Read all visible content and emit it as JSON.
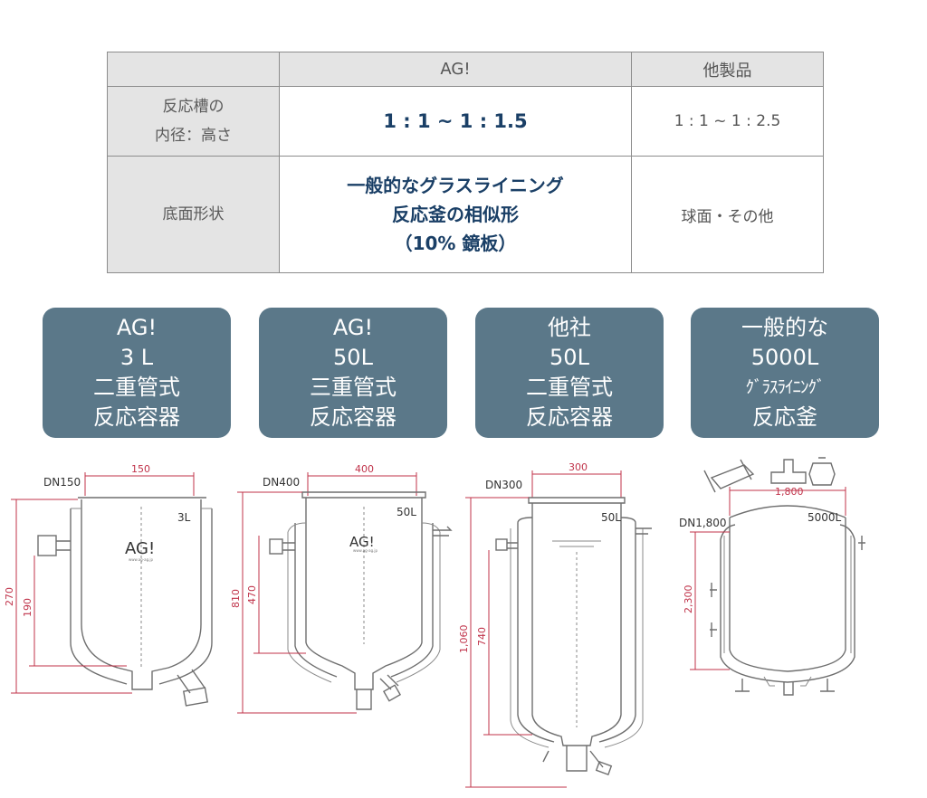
{
  "table": {
    "header": {
      "blank": "",
      "ag": "AG!",
      "other": "他製品"
    },
    "row1": {
      "label_lines": [
        "反応槽の",
        "内径：高さ"
      ],
      "ag": "1 : 1 ~ 1 : 1.5",
      "other": "1 : 1 ~ 1 : 2.5"
    },
    "row2": {
      "label": "底面形状",
      "ag_lines": [
        "一般的なグラスライニング",
        "反応釜の相似形",
        "（10% 鏡板）"
      ],
      "other": "球面・その他"
    }
  },
  "boxes": [
    {
      "lines": [
        "AG!",
        "3 L",
        "二重管式",
        "反応容器"
      ]
    },
    {
      "lines": [
        "AG!",
        "50L",
        "三重管式",
        "反応容器"
      ]
    },
    {
      "lines": [
        "他社",
        "50L",
        "二重管式",
        "反応容器"
      ]
    },
    {
      "lines": [
        "一般的な",
        "5000L",
        "ｸﾞﾗｽﾗｲﾆﾝｸﾞ",
        "反応釜"
      ]
    }
  ],
  "drawings": [
    {
      "dn": "DN150",
      "width": "150",
      "volume": "3L",
      "total_height": "270",
      "inner_height": "190",
      "logo": "AG!",
      "logo_small": "www.ag-ag.jp"
    },
    {
      "dn": "DN400",
      "width": "400",
      "volume": "50L",
      "total_height": "810",
      "inner_height": "470",
      "logo": "AG!",
      "logo_small": "www.ag-ag.jp"
    },
    {
      "dn": "DN300",
      "width": "300",
      "volume": "50L",
      "total_height": "1,060",
      "inner_height": "740"
    },
    {
      "dn": "DN1,800",
      "width": "1,800",
      "volume": "5000L",
      "inner_height": "2,300"
    }
  ],
  "colors": {
    "box_bg": "#5b7889",
    "ag_text": "#1a3f66",
    "dimension": "#c0334a",
    "header_bg": "#e4e4e4"
  }
}
